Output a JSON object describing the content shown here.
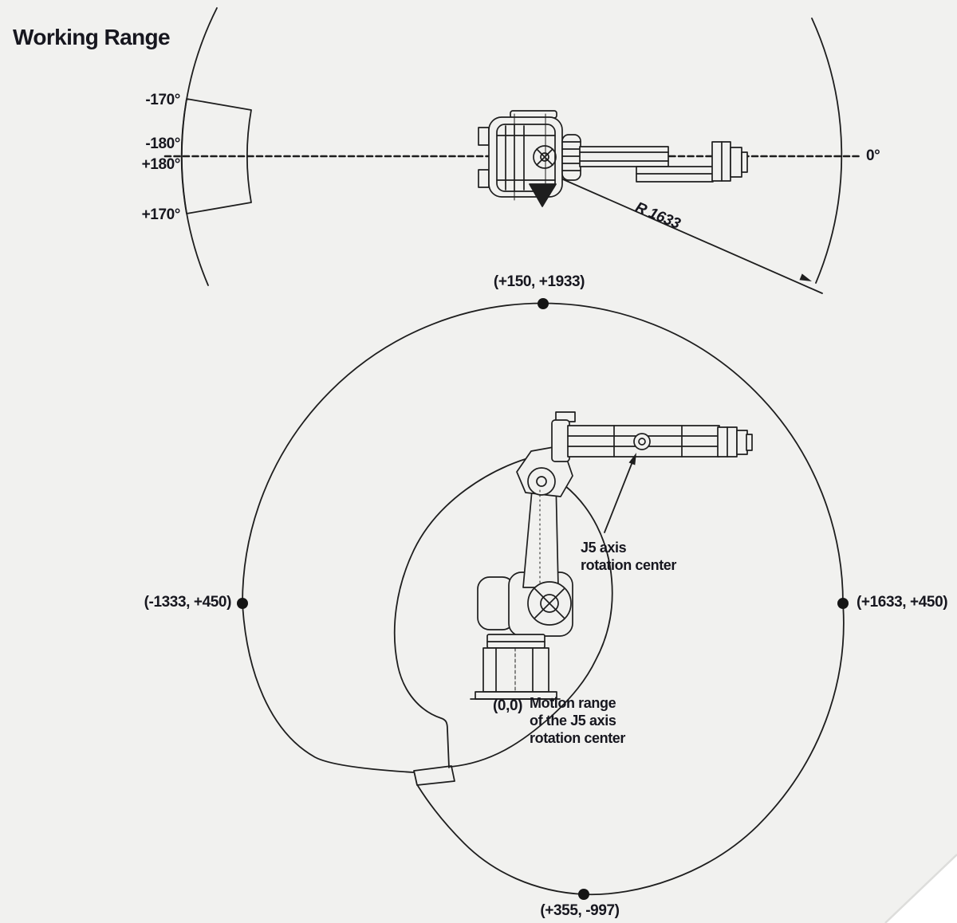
{
  "title": "Working Range",
  "colors": {
    "background": "#f1f1ef",
    "ink": "#1e1e1e",
    "text": "#17171f"
  },
  "top_view": {
    "angle_labels": [
      "-170°",
      "-180°",
      "+180°",
      "+170°"
    ],
    "zero_label": "0°",
    "radius_label": "R 1633"
  },
  "side_view": {
    "point_labels": {
      "top": "(+150, +1933)",
      "left": "(-1333, +450)",
      "right": "(+1633, +450)",
      "bottom": "(+355, -997)",
      "origin": "(0,0)"
    },
    "j5_annotation": [
      "J5 axis",
      "rotation center"
    ],
    "motion_annotation": [
      "Motion range",
      "of the J5 axis",
      "rotation center"
    ]
  }
}
